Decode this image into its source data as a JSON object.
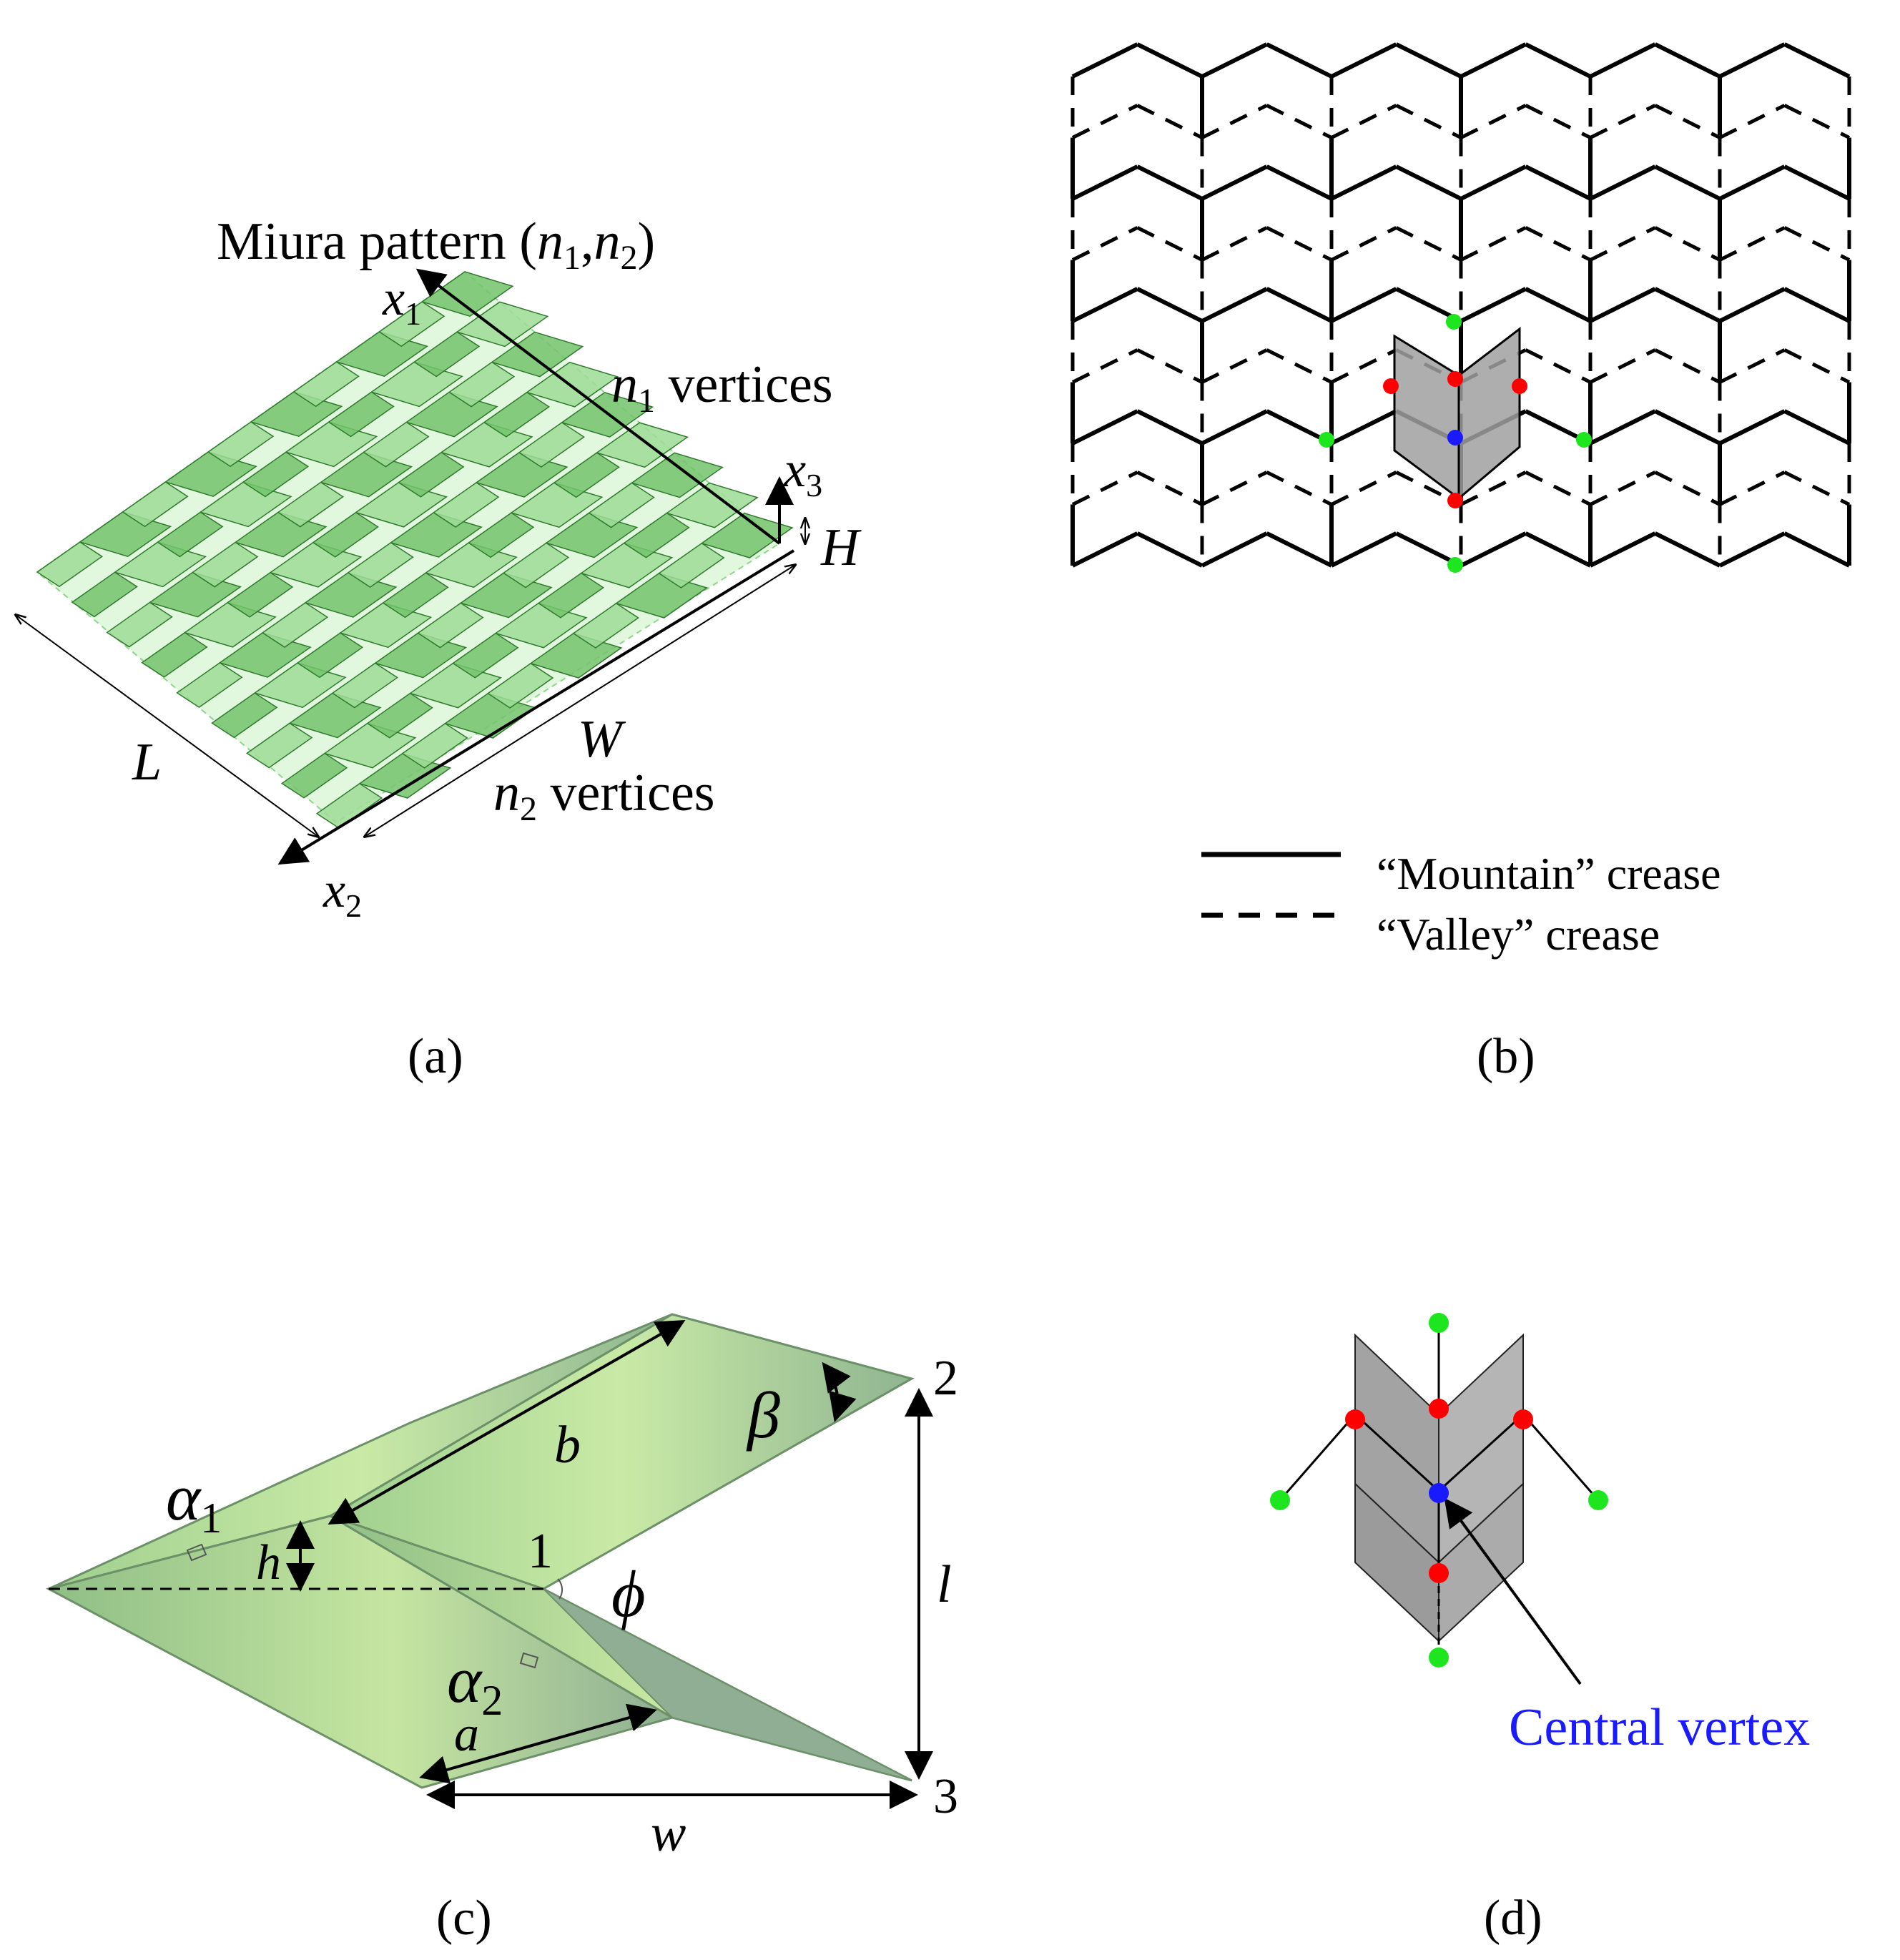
{
  "panels": {
    "a": {
      "caption": "(a)",
      "title": "Miura pattern (n1,n2)",
      "title_parts": {
        "text": "Miura pattern (",
        "n": "n",
        "s1": "1",
        "comma": ",",
        "s2": "2",
        "close": ")"
      },
      "axis_x1": {
        "v": "x",
        "s": "1"
      },
      "axis_x2": {
        "v": "x",
        "s": "2"
      },
      "axis_x3": {
        "v": "x",
        "s": "3"
      },
      "n1_label": {
        "v": "n",
        "s": "1",
        "text": " vertices"
      },
      "n2_label": {
        "v": "n",
        "s": "2",
        "text": " vertices"
      },
      "H": "H",
      "L": "L",
      "W": "W",
      "colors": {
        "fill": "#8ed68a",
        "edge": "#2f7a2c"
      }
    },
    "b": {
      "caption": "(b)",
      "legend": [
        {
          "label": "“Mountain” crease",
          "style": "solid"
        },
        {
          "label": "“Valley” crease",
          "style": "dashed"
        }
      ],
      "colors": {
        "red": "#ff0000",
        "green": "#1ee61e",
        "blue": "#1a1aff",
        "shade": "#a0a0a0"
      }
    },
    "c": {
      "caption": "(c)",
      "labels": {
        "alpha1": {
          "v": "α",
          "s": "1"
        },
        "alpha2": {
          "v": "α",
          "s": "2"
        },
        "beta": "β",
        "phi": "ϕ",
        "h": "h",
        "a": "a",
        "b": "b",
        "w": "w",
        "l": "l",
        "v1": "1",
        "v2": "2",
        "v3": "3"
      }
    },
    "d": {
      "caption": "(d)",
      "central_vertex_label": "Central vertex",
      "label_color": "#1a1aff"
    }
  }
}
